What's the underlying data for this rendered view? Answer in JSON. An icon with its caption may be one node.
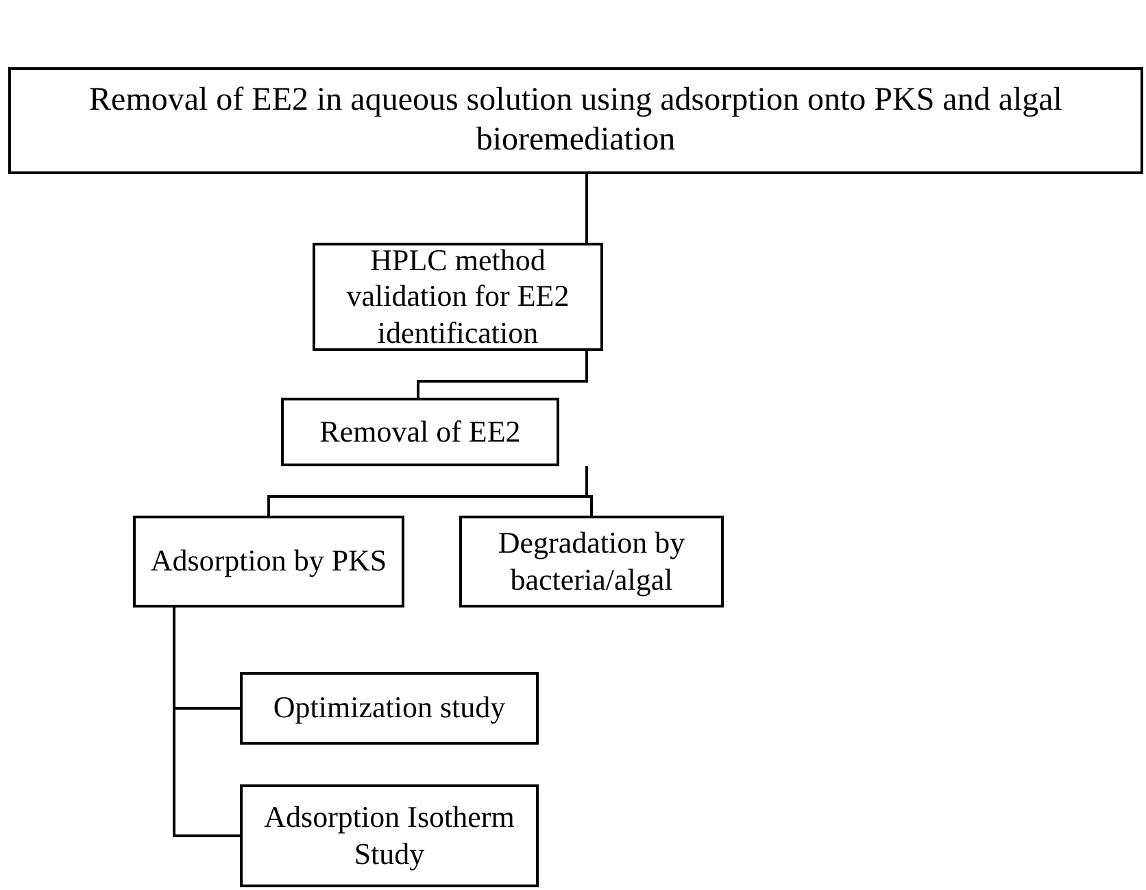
{
  "diagram": {
    "nodes": [
      {
        "text": [
          "Removal of EE2 in aqueous solution using adsorption onto PKS and algal bioremediation"
        ]
      },
      {
        "text": [
          "HPLC method validation for EE2 identification"
        ]
      },
      {
        "text": [
          "Removal of EE2"
        ]
      },
      {
        "text": [
          "Adsorption by PKS"
        ]
      },
      {
        "text": [
          "Degradation by bacteria/algal"
        ]
      },
      {
        "text": [
          "Optimization study"
        ]
      },
      {
        "text": [
          "Adsorption Isotherm Study"
        ]
      }
    ],
    "edges": [
      {
        "from": 0,
        "to": 1,
        "arrow": "none"
      },
      {
        "from": 1,
        "to": 2,
        "arrow": "none"
      },
      {
        "from": 2,
        "to": 3,
        "arrow": "none"
      },
      {
        "from": 2,
        "to": 4,
        "arrow": "none"
      },
      {
        "from": 3,
        "to": 5,
        "arrow": "none"
      },
      {
        "from": 3,
        "to": 6,
        "arrow": "none"
      }
    ]
  }
}
